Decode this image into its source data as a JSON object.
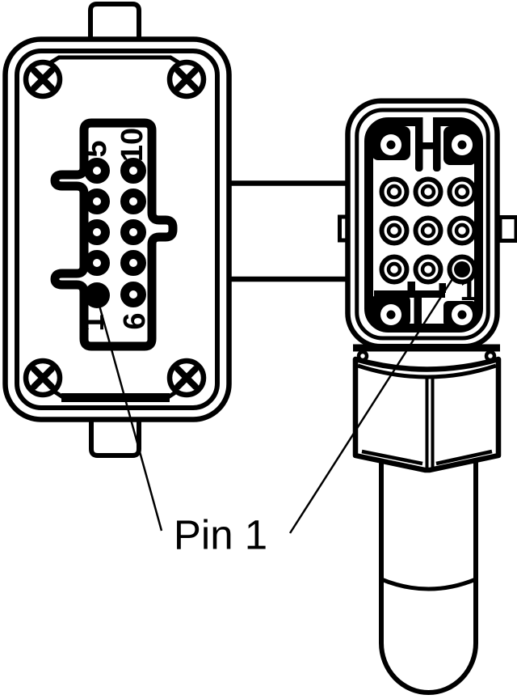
{
  "page": {
    "background": "#ffffff",
    "ink": "#000000"
  },
  "callout": {
    "label": "Pin 1"
  },
  "left_connector": {
    "pin_labels": {
      "pin5": "5",
      "pin10": "10",
      "pin1": "1",
      "pin6": "6"
    }
  },
  "right_connector": {
    "pin_labels": {
      "pin1": "1"
    }
  }
}
